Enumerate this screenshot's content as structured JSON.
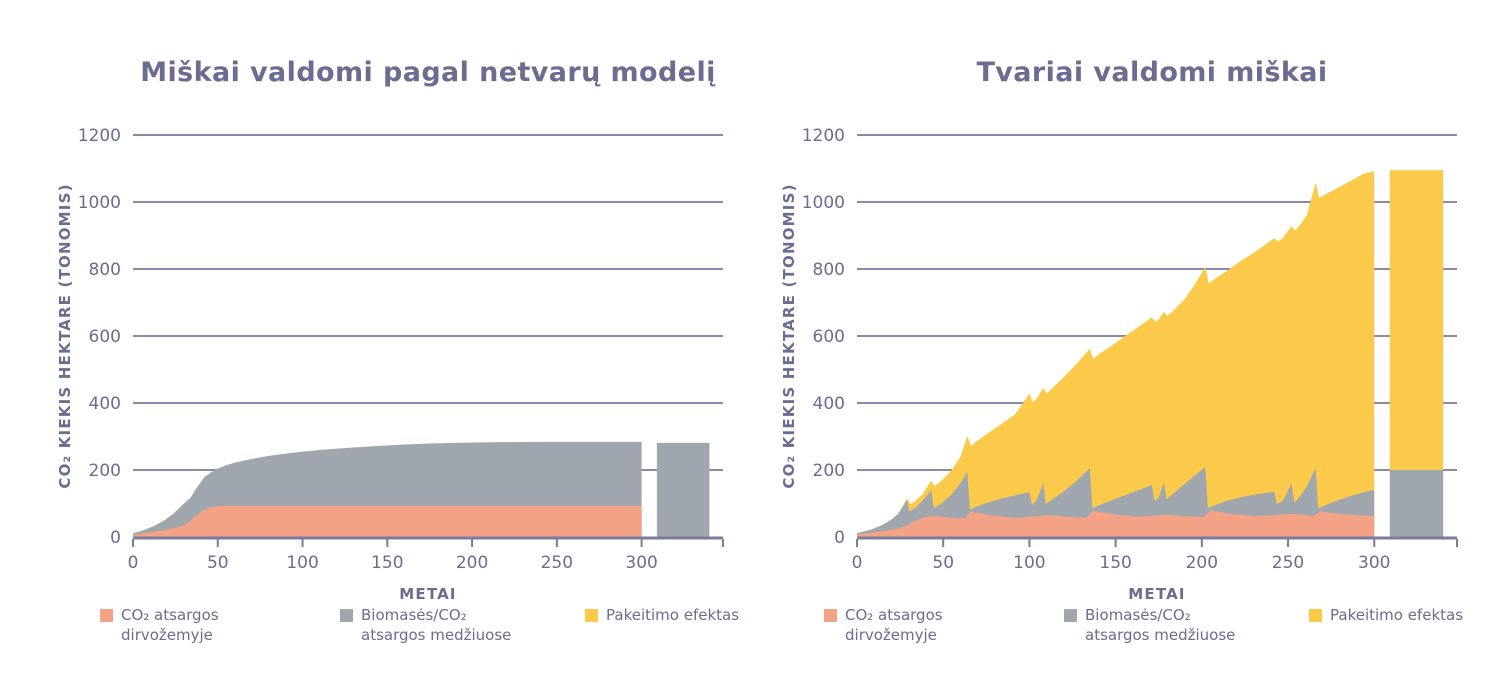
{
  "colors": {
    "soil": "#F3A285",
    "biomass": "#A0A6AD",
    "substitution": "#FBCA4B",
    "axis": "#7B7B9B",
    "grid": "#8A8AA8",
    "text": "#6C6C91"
  },
  "chart_data": [
    {
      "type": "area",
      "stacked": true,
      "values_are_cumulative_stack_tops": true,
      "title": "Miškai valdomi pagal netvarų modelį",
      "xlabel": "METAI",
      "ylabel": "CO₂ KIEKIS HEKTARE (TONOMIS)",
      "xlim": [
        0,
        348
      ],
      "ylim": [
        0,
        1200
      ],
      "x_ticks": [
        0,
        50,
        100,
        150,
        200,
        250,
        300
      ],
      "y_ticks": [
        0,
        200,
        400,
        600,
        800,
        1000,
        1200
      ],
      "grid": true,
      "legend_position": "bottom",
      "legend": [
        {
          "label": "CO₂ atsargos dirvožemyje",
          "color": "#F3A285"
        },
        {
          "label": "Biomasės/CO₂ atsargos medžiuose",
          "color": "#A0A6AD"
        },
        {
          "label": "Pakeitimo efektas",
          "color": "#FBCA4B"
        }
      ],
      "series": [
        {
          "name": "CO₂ atsargos dirvožemyje",
          "color": "#F3A285",
          "points": [
            [
              0,
              7
            ],
            [
              10,
              14
            ],
            [
              15,
              18
            ],
            [
              19,
              21
            ],
            [
              24,
              26
            ],
            [
              29,
              33
            ],
            [
              33,
              45
            ],
            [
              37,
              62
            ],
            [
              41,
              78
            ],
            [
              45,
              88
            ],
            [
              49,
              92
            ],
            [
              55,
              93
            ],
            [
              300,
              93
            ]
          ]
        },
        {
          "name": "Biomasės/CO₂ atsargos medžiuose",
          "color": "#A0A6AD",
          "points": [
            [
              0,
              11
            ],
            [
              6,
              20
            ],
            [
              12,
              32
            ],
            [
              18,
              48
            ],
            [
              24,
              70
            ],
            [
              29,
              95
            ],
            [
              34,
              118
            ],
            [
              38,
              150
            ],
            [
              42,
              178
            ],
            [
              46,
              193
            ],
            [
              50,
              204
            ],
            [
              55,
              214
            ],
            [
              60,
              222
            ],
            [
              70,
              233
            ],
            [
              80,
              242
            ],
            [
              90,
              249
            ],
            [
              100,
              255
            ],
            [
              115,
              262
            ],
            [
              130,
              267
            ],
            [
              145,
              272
            ],
            [
              160,
              276
            ],
            [
              175,
              279
            ],
            [
              190,
              281
            ],
            [
              210,
              283
            ],
            [
              240,
              284
            ],
            [
              300,
              284
            ]
          ]
        },
        {
          "name": "Pakeitimo efektas",
          "color": "#FBCA4B",
          "points": []
        }
      ],
      "end_bar": {
        "x_from": 309,
        "x_to": 340,
        "segments": [
          {
            "from": 0,
            "to": 281,
            "color": "#A0A6AD"
          }
        ]
      }
    },
    {
      "type": "area",
      "stacked": true,
      "values_are_cumulative_stack_tops": true,
      "title": "Tvariai valdomi miškai",
      "xlabel": "METAI",
      "ylabel": "CO₂ KIEKIS HEKTARE (TONOMIS)",
      "xlim": [
        0,
        348
      ],
      "ylim": [
        0,
        1200
      ],
      "x_ticks": [
        0,
        50,
        100,
        150,
        200,
        250,
        300
      ],
      "y_ticks": [
        0,
        200,
        400,
        600,
        800,
        1000,
        1200
      ],
      "grid": true,
      "legend_position": "bottom",
      "legend": [
        {
          "label": "CO₂ atsargos dirvožemyje",
          "color": "#F3A285"
        },
        {
          "label": "Biomasės/CO₂ atsargos medžiuose",
          "color": "#A0A6AD"
        },
        {
          "label": "Pakeitimo efektas",
          "color": "#FBCA4B"
        }
      ],
      "series": [
        {
          "name": "CO₂ atsargos dirvožemyje",
          "color": "#F3A285",
          "points": [
            [
              0,
              7
            ],
            [
              10,
              14
            ],
            [
              19,
              21
            ],
            [
              24,
              26
            ],
            [
              29,
              34
            ],
            [
              33,
              46
            ],
            [
              38,
              57
            ],
            [
              43,
              63
            ],
            [
              50,
              60
            ],
            [
              58,
              56
            ],
            [
              63,
              58
            ],
            [
              66,
              76
            ],
            [
              72,
              70
            ],
            [
              80,
              63
            ],
            [
              90,
              58
            ],
            [
              97,
              57
            ],
            [
              101,
              63
            ],
            [
              106,
              61
            ],
            [
              110,
              66
            ],
            [
              118,
              62
            ],
            [
              126,
              59
            ],
            [
              133,
              57
            ],
            [
              137,
              78
            ],
            [
              144,
              72
            ],
            [
              152,
              66
            ],
            [
              162,
              61
            ],
            [
              170,
              62
            ],
            [
              174,
              65
            ],
            [
              180,
              66
            ],
            [
              188,
              63
            ],
            [
              196,
              60
            ],
            [
              201,
              60
            ],
            [
              205,
              80
            ],
            [
              212,
              73
            ],
            [
              220,
              67
            ],
            [
              230,
              63
            ],
            [
              240,
              64
            ],
            [
              246,
              67
            ],
            [
              254,
              69
            ],
            [
              260,
              65
            ],
            [
              265,
              63
            ],
            [
              269,
              77
            ],
            [
              276,
              71
            ],
            [
              284,
              67
            ],
            [
              292,
              64
            ],
            [
              300,
              63
            ]
          ]
        },
        {
          "name": "Biomasės/CO₂ atsargos medžiuose",
          "color": "#A0A6AD",
          "points": [
            [
              0,
              11
            ],
            [
              8,
              22
            ],
            [
              14,
              34
            ],
            [
              20,
              52
            ],
            [
              24,
              70
            ],
            [
              29,
              110
            ],
            [
              30.5,
              76
            ],
            [
              34,
              88
            ],
            [
              38,
              108
            ],
            [
              43,
              140
            ],
            [
              44.5,
              86
            ],
            [
              49,
              100
            ],
            [
              55,
              128
            ],
            [
              60,
              160
            ],
            [
              64,
              195
            ],
            [
              65.5,
              82
            ],
            [
              70,
              92
            ],
            [
              76,
              103
            ],
            [
              84,
              115
            ],
            [
              92,
              125
            ],
            [
              100,
              134
            ],
            [
              101.5,
              96
            ],
            [
              104,
              108
            ],
            [
              108,
              161
            ],
            [
              109.5,
              99
            ],
            [
              114,
              115
            ],
            [
              120,
              136
            ],
            [
              127,
              166
            ],
            [
              135,
              206
            ],
            [
              136.5,
              86
            ],
            [
              141,
              96
            ],
            [
              148,
              110
            ],
            [
              156,
              126
            ],
            [
              164,
              141
            ],
            [
              171,
              155
            ],
            [
              172.5,
              108
            ],
            [
              175,
              118
            ],
            [
              178,
              164
            ],
            [
              179.5,
              112
            ],
            [
              184,
              132
            ],
            [
              190,
              158
            ],
            [
              196,
              184
            ],
            [
              202,
              209
            ],
            [
              203.5,
              86
            ],
            [
              208,
              96
            ],
            [
              214,
              107
            ],
            [
              222,
              118
            ],
            [
              232,
              128
            ],
            [
              242,
              135
            ],
            [
              243.5,
              98
            ],
            [
              247,
              108
            ],
            [
              252,
              160
            ],
            [
              253.5,
              102
            ],
            [
              257,
              122
            ],
            [
              261,
              152
            ],
            [
              266,
              206
            ],
            [
              267.5,
              86
            ],
            [
              272,
              96
            ],
            [
              278,
              108
            ],
            [
              286,
              122
            ],
            [
              294,
              134
            ],
            [
              300,
              141
            ]
          ]
        },
        {
          "name": "Pakeitimo efektas",
          "color": "#FBCA4B",
          "points": [
            [
              0,
              11
            ],
            [
              8,
              22
            ],
            [
              14,
              34
            ],
            [
              20,
              52
            ],
            [
              24,
              70
            ],
            [
              29,
              115
            ],
            [
              31,
              98
            ],
            [
              34,
              108
            ],
            [
              38,
              128
            ],
            [
              43,
              168
            ],
            [
              45,
              152
            ],
            [
              49,
              168
            ],
            [
              55,
              200
            ],
            [
              60,
              240
            ],
            [
              64,
              302
            ],
            [
              66,
              272
            ],
            [
              70,
              288
            ],
            [
              76,
              310
            ],
            [
              84,
              338
            ],
            [
              92,
              368
            ],
            [
              100,
              428
            ],
            [
              102,
              402
            ],
            [
              104,
              412
            ],
            [
              108,
              445
            ],
            [
              110,
              428
            ],
            [
              114,
              448
            ],
            [
              120,
              478
            ],
            [
              127,
              515
            ],
            [
              135,
              562
            ],
            [
              137,
              532
            ],
            [
              141,
              548
            ],
            [
              148,
              572
            ],
            [
              156,
              602
            ],
            [
              164,
              630
            ],
            [
              171,
              656
            ],
            [
              173,
              642
            ],
            [
              175,
              650
            ],
            [
              178,
              672
            ],
            [
              180,
              660
            ],
            [
              184,
              678
            ],
            [
              190,
              710
            ],
            [
              196,
              755
            ],
            [
              202,
              806
            ],
            [
              204,
              757
            ],
            [
              208,
              772
            ],
            [
              214,
              792
            ],
            [
              222,
              822
            ],
            [
              232,
              855
            ],
            [
              242,
              892
            ],
            [
              244,
              882
            ],
            [
              247,
              892
            ],
            [
              252,
              928
            ],
            [
              254,
              915
            ],
            [
              257,
              932
            ],
            [
              261,
              962
            ],
            [
              266,
              1058
            ],
            [
              268,
              1012
            ],
            [
              272,
              1024
            ],
            [
              278,
              1040
            ],
            [
              286,
              1062
            ],
            [
              294,
              1085
            ],
            [
              300,
              1092
            ]
          ]
        }
      ],
      "end_bar": {
        "x_from": 309,
        "x_to": 340,
        "segments": [
          {
            "from": 0,
            "to": 200,
            "color": "#A0A6AD"
          },
          {
            "from": 200,
            "to": 1095,
            "color": "#FBCA4B"
          }
        ]
      }
    }
  ]
}
